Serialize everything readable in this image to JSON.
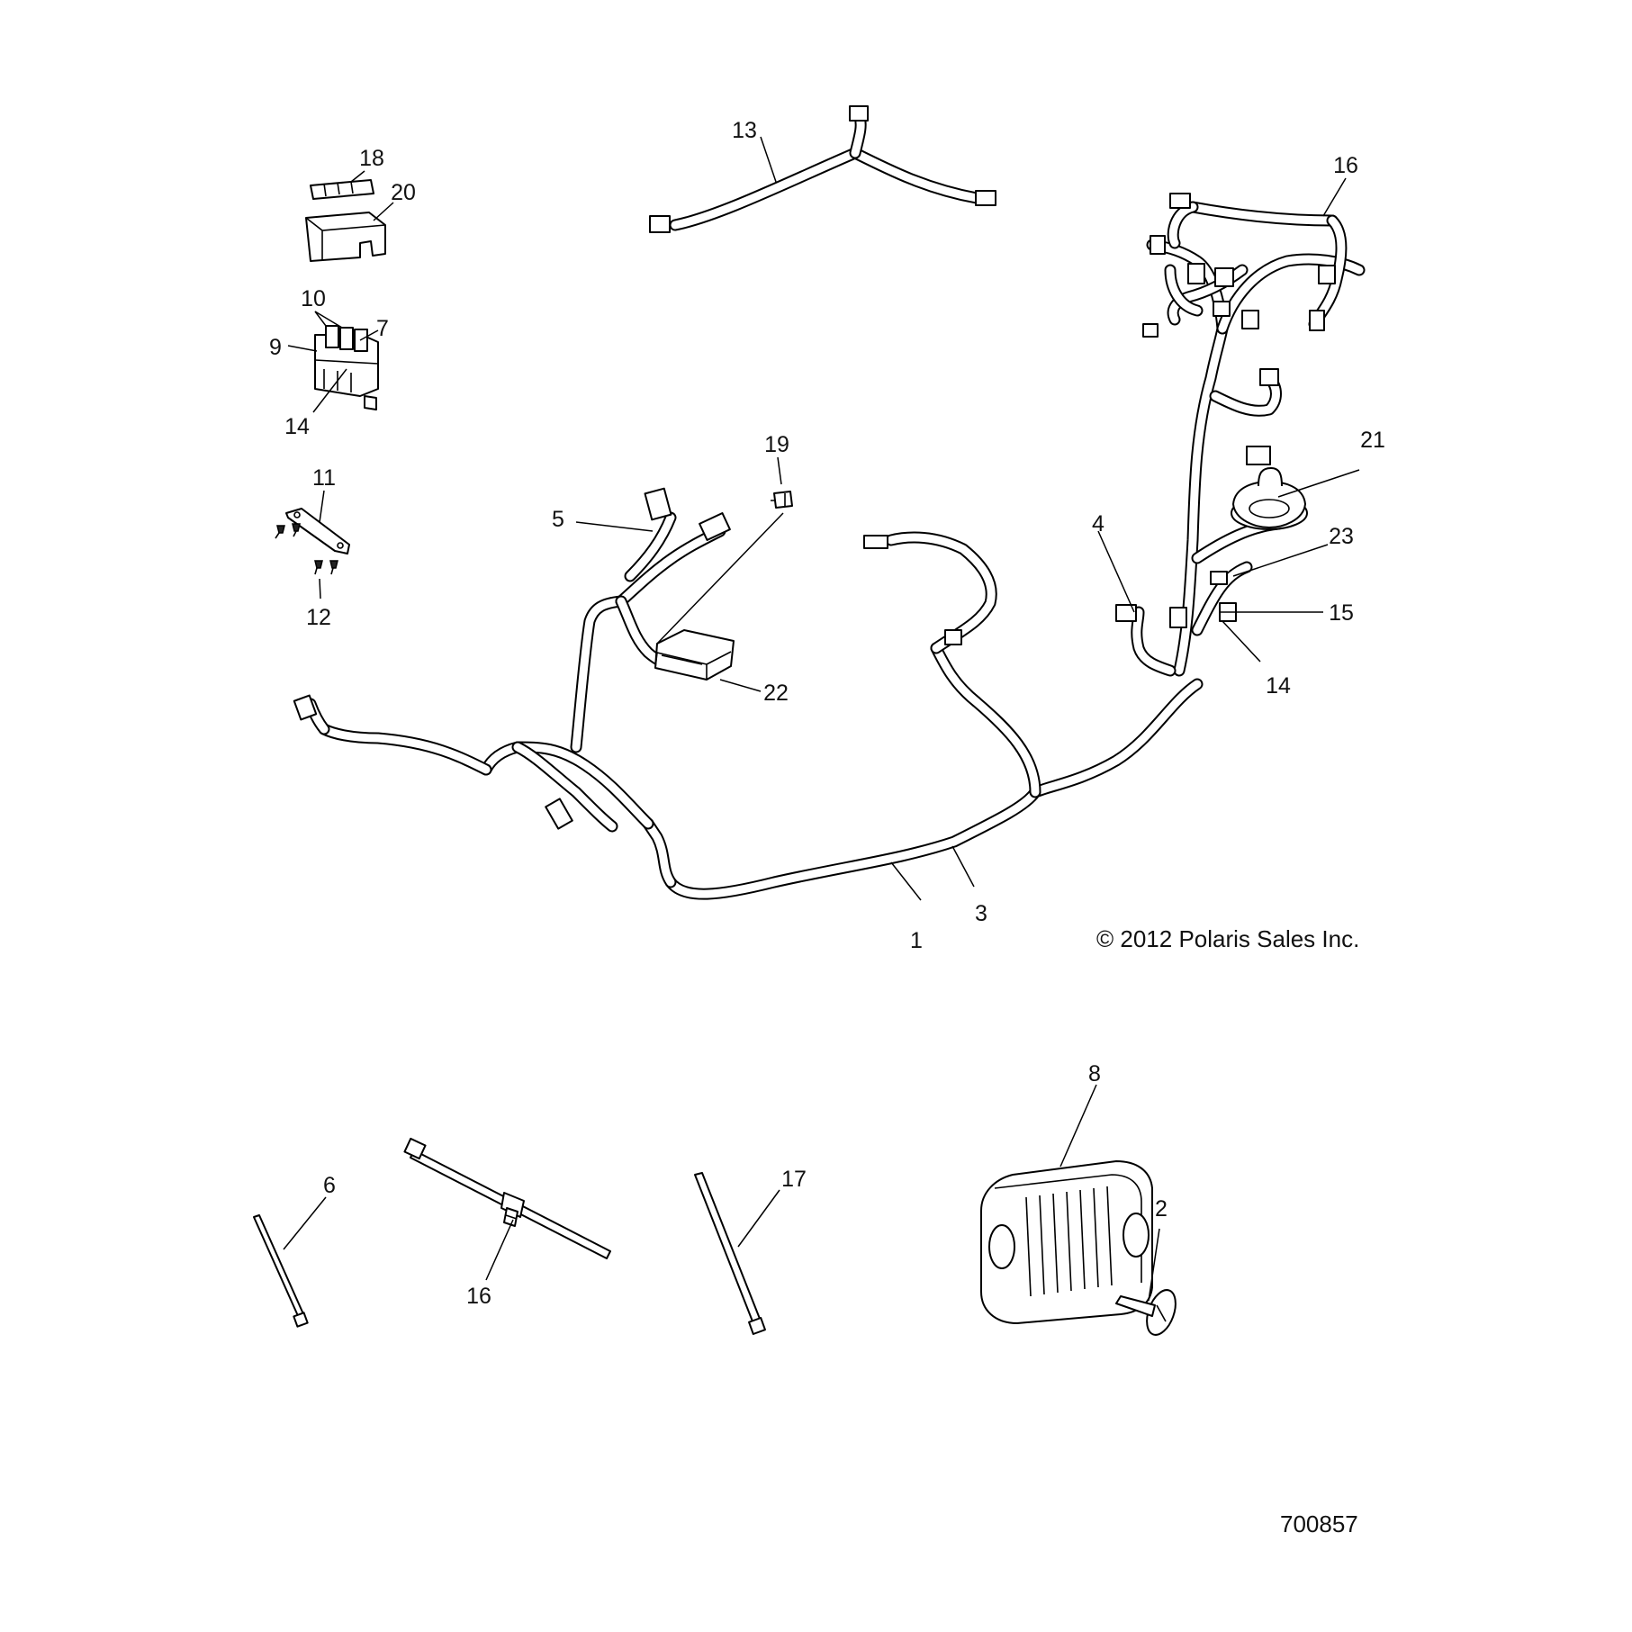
{
  "diagram": {
    "callouts": {
      "c1": "1",
      "c2": "2",
      "c3": "3",
      "c4": "4",
      "c5": "5",
      "c6": "6",
      "c7": "7",
      "c8": "8",
      "c9": "9",
      "c10": "10",
      "c11": "11",
      "c12": "12",
      "c13": "13",
      "c14a": "14",
      "c14b": "14",
      "c15": "15",
      "c16a": "16",
      "c16b": "16",
      "c17": "17",
      "c18": "18",
      "c19": "19",
      "c20": "20",
      "c21": "21",
      "c22": "22",
      "c23": "23"
    },
    "copyright": "© 2012 Polaris Sales Inc.",
    "figure_number": "700857"
  }
}
